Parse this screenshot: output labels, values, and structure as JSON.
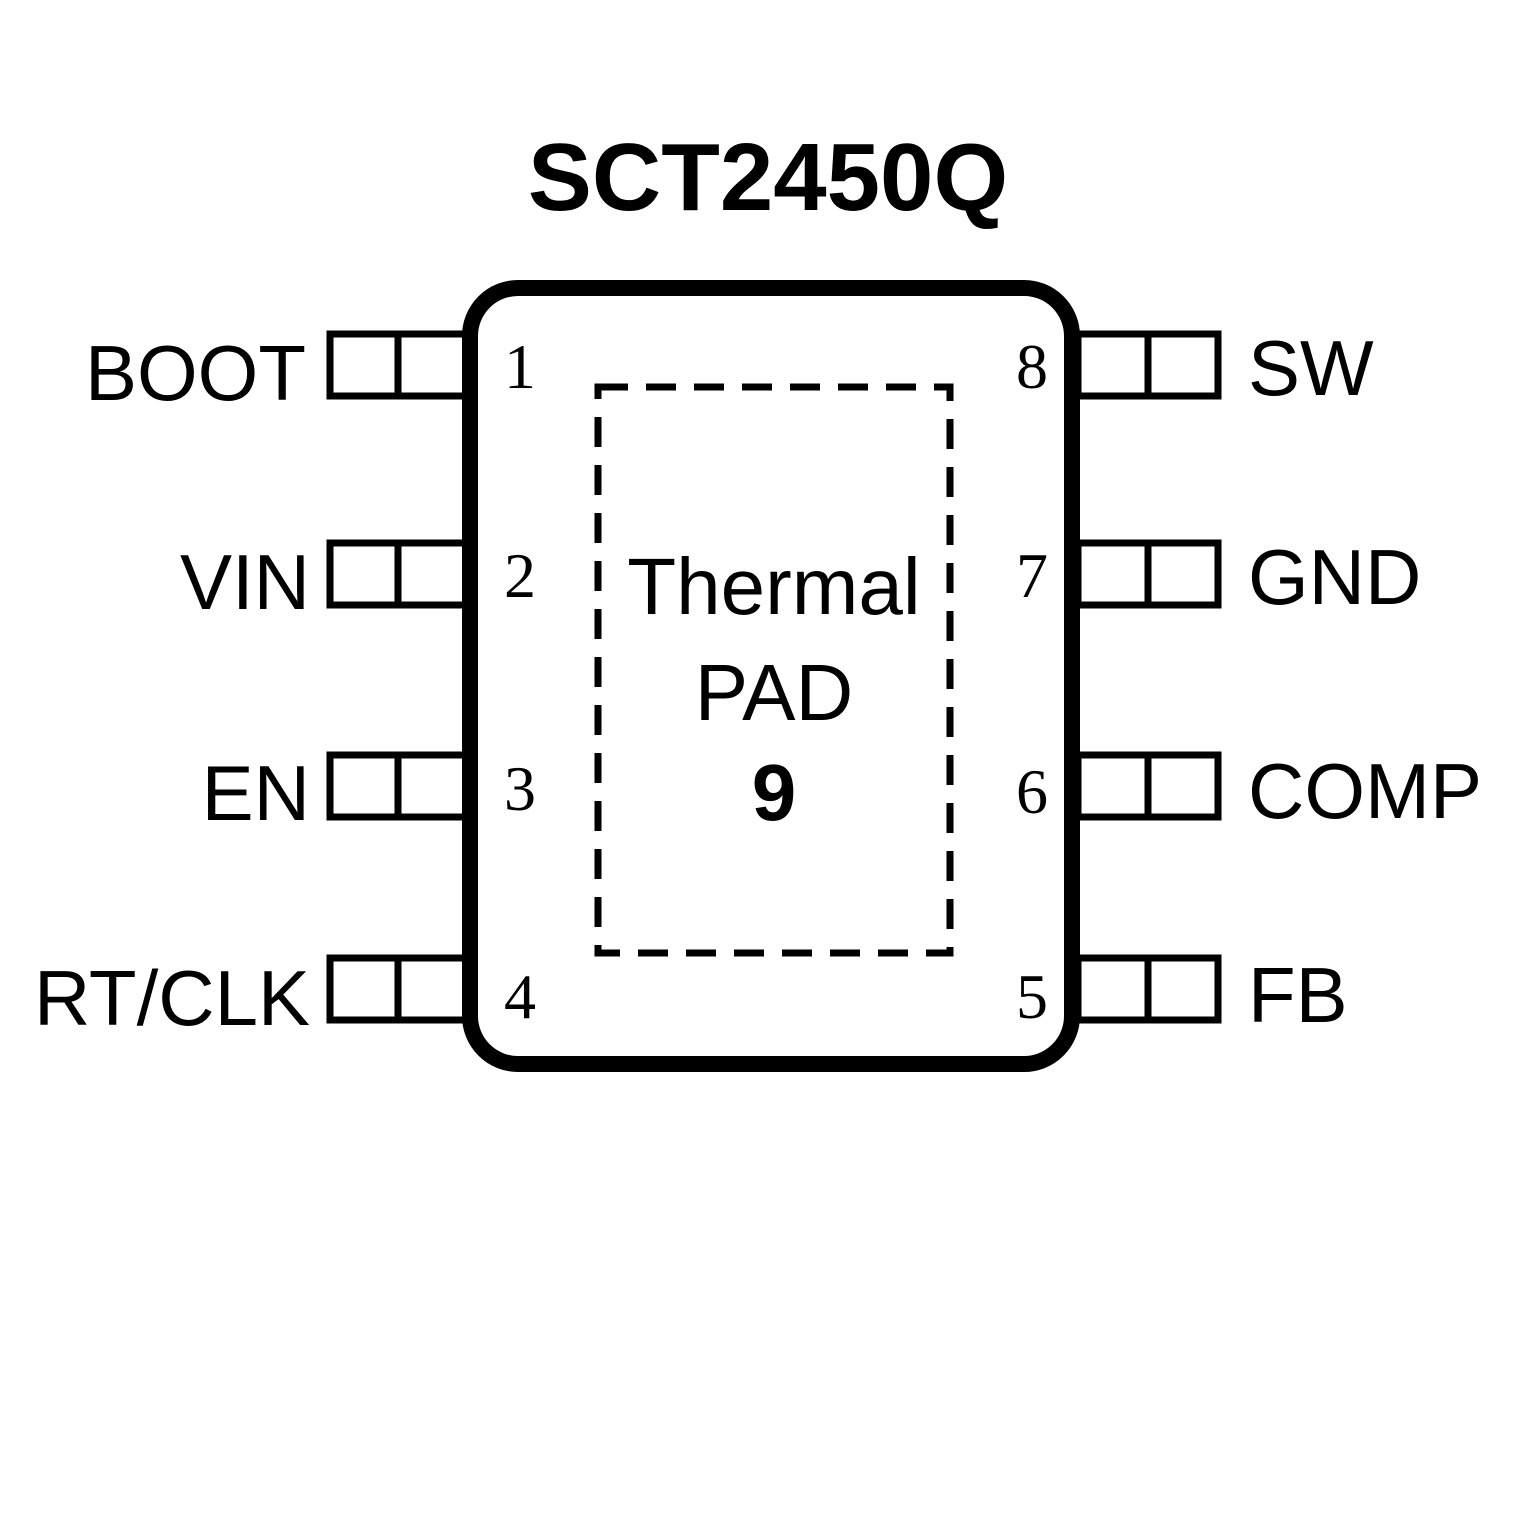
{
  "title": "SCT2450Q",
  "thermal_pad": {
    "line1": "Thermal",
    "line2": "PAD",
    "number": "9"
  },
  "pins": [
    {
      "number": "1",
      "name": "BOOT"
    },
    {
      "number": "2",
      "name": "VIN"
    },
    {
      "number": "3",
      "name": "EN"
    },
    {
      "number": "4",
      "name": "RT/CLK"
    },
    {
      "number": "5",
      "name": "FB"
    },
    {
      "number": "6",
      "name": "COMP"
    },
    {
      "number": "7",
      "name": "GND"
    },
    {
      "number": "8",
      "name": "SW"
    }
  ],
  "colors": {
    "stroke": "#000000",
    "background": "#ffffff"
  }
}
